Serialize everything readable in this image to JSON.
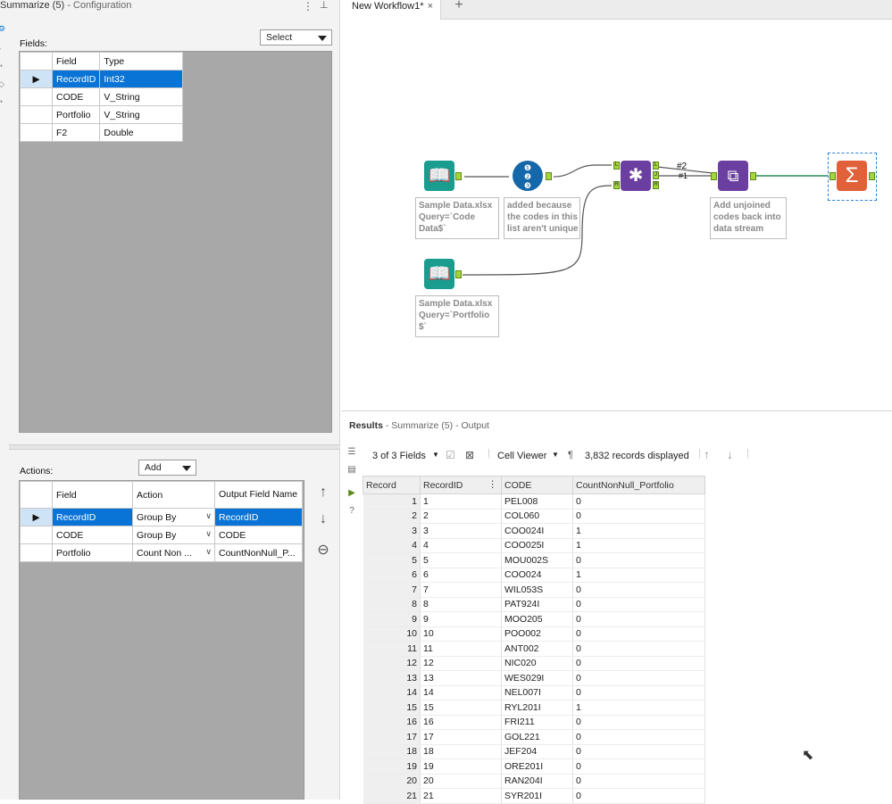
{
  "config": {
    "title": "Summarize (5)",
    "subtitle": "- Configuration",
    "fields_label": "Fields:",
    "select_label": "Select",
    "fields_columns": [
      "Field",
      "Type"
    ],
    "fields_rows": [
      {
        "field": "RecordID",
        "type": "Int32"
      },
      {
        "field": "CODE",
        "type": "V_String"
      },
      {
        "field": "Portfolio",
        "type": "V_String"
      },
      {
        "field": "F2",
        "type": "Double"
      }
    ],
    "actions_label": "Actions:",
    "add_label": "Add",
    "actions_columns": [
      "Field",
      "Action",
      "Output Field Name"
    ],
    "actions_rows": [
      {
        "field": "RecordID",
        "action": "Group By",
        "output": "RecordID"
      },
      {
        "field": "CODE",
        "action": "Group By",
        "output": "CODE"
      },
      {
        "field": "Portfolio",
        "action": "Count Non ...",
        "output": "CountNonNull_P..."
      }
    ]
  },
  "workflow": {
    "tab_label": "New Workflow1*",
    "annotations": {
      "input1": "Sample Data.xlsx\nQuery=`Code\nData$`",
      "recordid": "added because\nthe codes in this\nlist aren't unique",
      "union": "Add unjoined\ncodes back into\ndata stream",
      "input2": "Sample Data.xlsx\nQuery=`Portfolio\n$`"
    },
    "join_labels": {
      "l": "L",
      "j": "J",
      "r": "R",
      "link2": "#2",
      "link1": "#1"
    },
    "colors": {
      "input": "#1a9c8f",
      "recordid": "#1467a8",
      "join": "#6b3fa0",
      "union": "#6b3fa0",
      "summarize": "#e0613a",
      "anchor": "#a6d53a"
    }
  },
  "results": {
    "title": "Results",
    "subtitle": "- Summarize (5) - Output",
    "fields_count": "3 of 3 Fields",
    "cell_viewer": "Cell Viewer",
    "records_displayed": "3,832 records displayed",
    "columns": [
      "Record",
      "RecordID",
      "CODE",
      "CountNonNull_Portfolio"
    ],
    "rows": [
      [
        "1",
        "1",
        "PEL008",
        "0"
      ],
      [
        "2",
        "2",
        "COL060",
        "0"
      ],
      [
        "3",
        "3",
        "COO024I",
        "1"
      ],
      [
        "4",
        "4",
        "COO025I",
        "1"
      ],
      [
        "5",
        "5",
        "MOU002S",
        "0"
      ],
      [
        "6",
        "6",
        "COO024",
        "1"
      ],
      [
        "7",
        "7",
        "WIL053S",
        "0"
      ],
      [
        "8",
        "8",
        "PAT924I",
        "0"
      ],
      [
        "9",
        "9",
        "MOO205",
        "0"
      ],
      [
        "10",
        "10",
        "POO002",
        "0"
      ],
      [
        "11",
        "11",
        "ANT002",
        "0"
      ],
      [
        "12",
        "12",
        "NIC020",
        "0"
      ],
      [
        "13",
        "13",
        "WES029I",
        "0"
      ],
      [
        "14",
        "14",
        "NEL007I",
        "0"
      ],
      [
        "15",
        "15",
        "RYL201I",
        "1"
      ],
      [
        "16",
        "16",
        "FRI211",
        "0"
      ],
      [
        "17",
        "17",
        "GOL221",
        "0"
      ],
      [
        "18",
        "18",
        "JEF204",
        "0"
      ],
      [
        "19",
        "19",
        "ORE201I",
        "0"
      ],
      [
        "20",
        "20",
        "RAN204I",
        "0"
      ],
      [
        "21",
        "21",
        "SYR201I",
        "0"
      ]
    ]
  }
}
